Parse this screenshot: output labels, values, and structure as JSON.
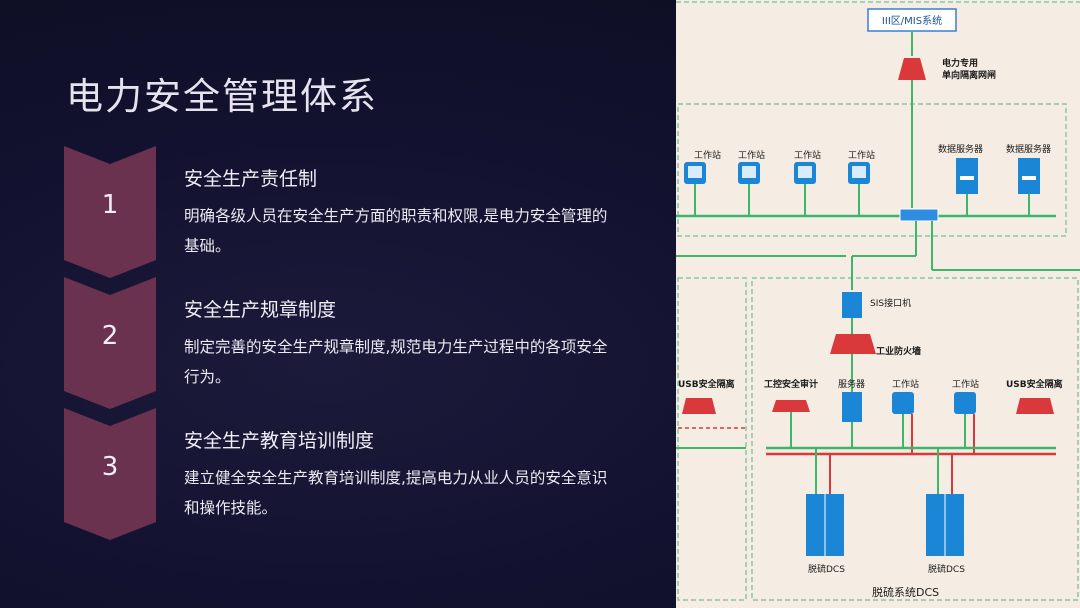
{
  "title": "电力安全管理体系",
  "items": [
    {
      "num": "1",
      "title": "安全生产责任制",
      "desc": "明确各级人员在安全生产方面的职责和权限,是电力安全管理的基础。"
    },
    {
      "num": "2",
      "title": "安全生产规章制度",
      "desc": "制定完善的安全生产规章制度,规范电力生产过程中的各项安全行为。"
    },
    {
      "num": "3",
      "title": "安全生产教育培训制度",
      "desc": "建立健全安全生产教育培训制度,提高电力从业人员的安全意识和操作技能。"
    }
  ],
  "diagram": {
    "mis_label": "III区/MIS系统",
    "gateway_label_1": "电力专用",
    "gateway_label_2": "单向隔离网闸",
    "workstation": "工作站",
    "data_server": "数据服务器",
    "sis_label": "SIS接口机",
    "firewall_label": "工业防火墙",
    "usb_isolation": "USB安全隔离",
    "audit_label": "工控安全审计",
    "server_label": "服务器",
    "dcs_label": "脱硫DCS",
    "system_label": "脱硫系统DCS"
  },
  "colors": {
    "step_fill": "#6b3250",
    "step_border": "#0a0a16",
    "diagram_bg": "#f5ece3",
    "line_green": "#3db56a",
    "line_red": "#d9393b",
    "device_blue": "#1c86d6"
  }
}
